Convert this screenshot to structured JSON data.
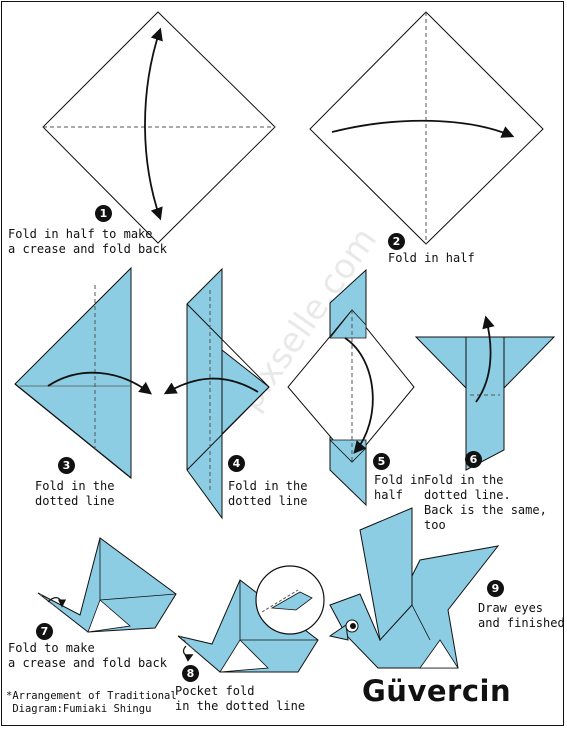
{
  "title": "Güvercin",
  "credit_lines": [
    "*Arrangement of Traditional",
    " Diagram:Fumiaki Shingu"
  ],
  "watermark": "pixselle.com",
  "colors": {
    "paper": "#8ccde3",
    "outline": "#111111",
    "crease": "#555555",
    "background": "#ffffff"
  },
  "steps": [
    {
      "number": "1",
      "lines": [
        "Fold in half to make",
        "a crease and fold back"
      ]
    },
    {
      "number": "2",
      "lines": [
        "Fold in half"
      ]
    },
    {
      "number": "3",
      "lines": [
        "Fold in the",
        "dotted line"
      ]
    },
    {
      "number": "4",
      "lines": [
        "Fold in the",
        "dotted line"
      ]
    },
    {
      "number": "5",
      "lines": [
        "Fold in",
        "half"
      ]
    },
    {
      "number": "6",
      "lines": [
        "Fold in the",
        "dotted line.",
        "Back is the same,",
        "too"
      ]
    },
    {
      "number": "7",
      "lines": [
        "Fold to make",
        "a crease and fold back"
      ]
    },
    {
      "number": "8",
      "lines": [
        "Pocket fold",
        "in the dotted line"
      ]
    },
    {
      "number": "9",
      "lines": [
        "Draw eyes",
        "and finished"
      ]
    }
  ]
}
